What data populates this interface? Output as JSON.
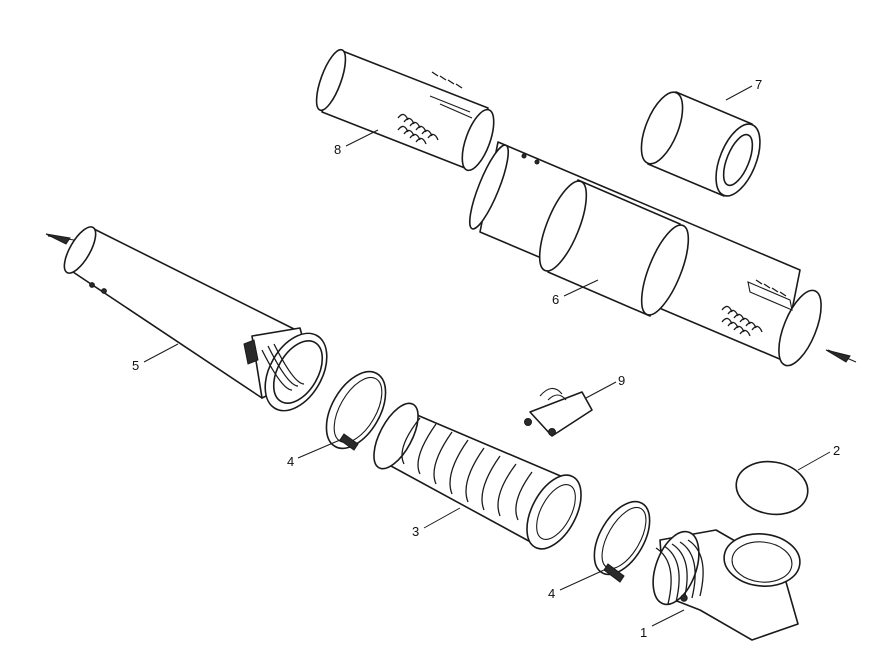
{
  "callouts": {
    "c1": "1",
    "c2": "2",
    "c3": "3",
    "c4a": "4",
    "c4b": "4",
    "c5": "5",
    "c6": "6",
    "c7": "7",
    "c8": "8",
    "c9": "9"
  },
  "colors": {
    "line": "#1a1a1a",
    "background": "#ffffff"
  }
}
